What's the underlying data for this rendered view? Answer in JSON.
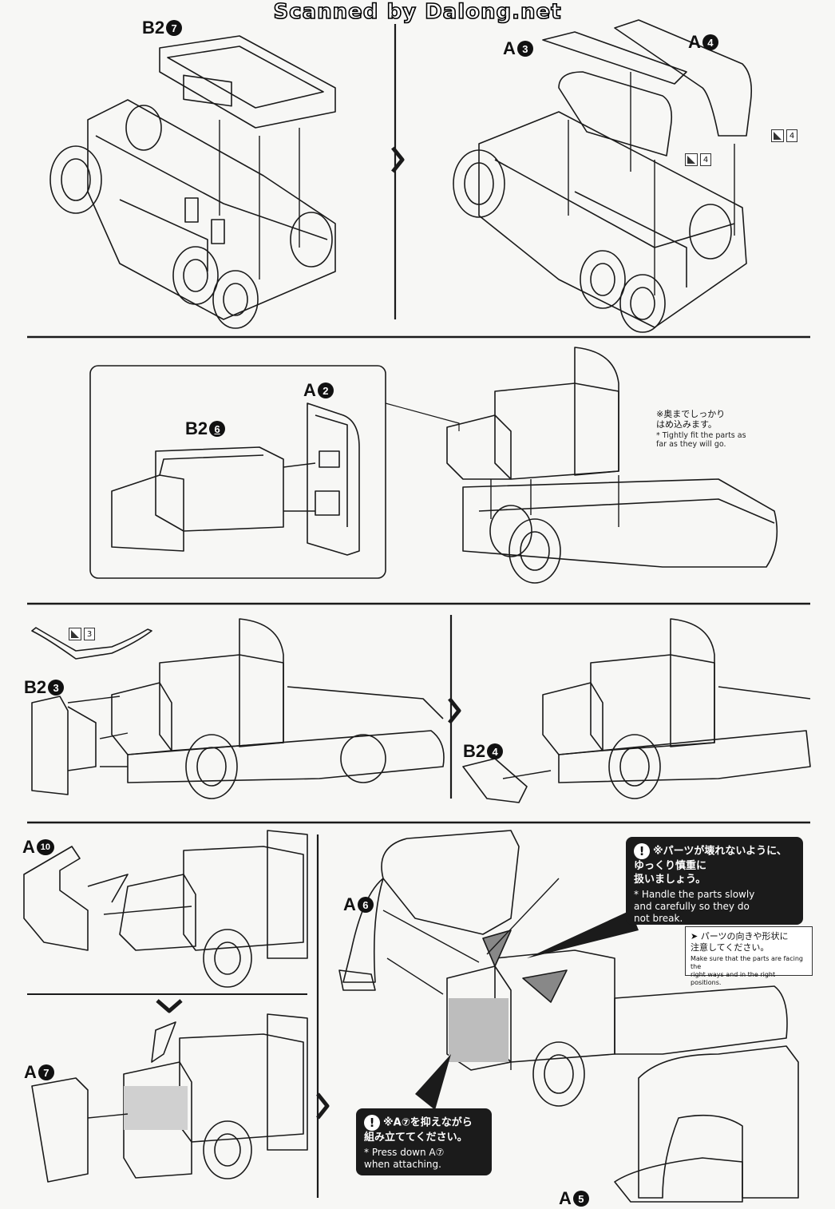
{
  "watermark": "Scanned by Dalong.net",
  "step1": {
    "left_part": {
      "prefix": "B2",
      "num": "7"
    },
    "right_part_a": {
      "prefix": "A",
      "num": "3"
    },
    "right_part_b": {
      "prefix": "A",
      "num": "4"
    },
    "sticker_a": "4",
    "sticker_b": "4"
  },
  "step2": {
    "inset_part_a": {
      "prefix": "A",
      "num": "2"
    },
    "inset_part_b": {
      "prefix": "B2",
      "num": "6"
    },
    "note_jp": "※奥までしっかり\nはめ込みます。",
    "note_en": "* Tightly fit the parts as\nfar as they will go."
  },
  "step3": {
    "sticker": "3",
    "left_part": {
      "prefix": "B2",
      "num": "3"
    },
    "right_part": {
      "prefix": "B2",
      "num": "4"
    }
  },
  "step4": {
    "part_a10": {
      "prefix": "A",
      "num": "10"
    },
    "part_a7": {
      "prefix": "A",
      "num": "7"
    },
    "part_a6": {
      "prefix": "A",
      "num": "6"
    },
    "part_a5": {
      "prefix": "A",
      "num": "5"
    },
    "callout_top_jp": "※パーツが壊れないように、\nゆっくり慎重に\n扱いましょう。",
    "callout_top_en": "* Handle the parts slowly\nand carefully so they do\nnot break.",
    "info_jp": "パーツの向きや形状に\n注意してください。",
    "info_en": "Make sure that the parts are facing the\nright ways and in the right positions.",
    "callout_bottom_jp": "※A⑦を抑えながら\n組み立ててください。",
    "callout_bottom_en": "* Press down A⑦\nwhen attaching."
  }
}
